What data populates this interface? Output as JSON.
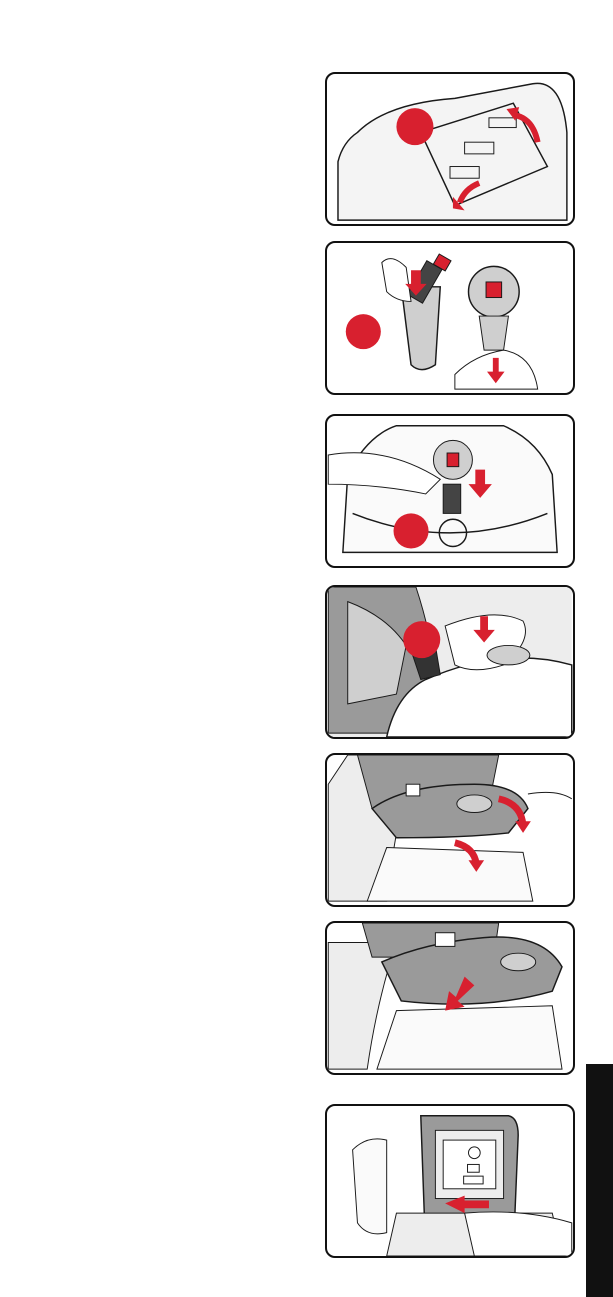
{
  "colors": {
    "accent": "#d8202f",
    "ink": "#1a1a1a",
    "fill_gray": "#9a9a9a",
    "light_gray": "#cfcfcf",
    "tab": "#111111"
  },
  "panels": [
    {
      "step_icon": "seat-base-open-icon",
      "arrows": 2,
      "marker": true
    },
    {
      "step_icon": "buckle-release-icon",
      "arrows": 2,
      "marker": true
    },
    {
      "step_icon": "buckle-insert-icon",
      "arrows": 1,
      "marker": true
    },
    {
      "step_icon": "harness-thread-icon",
      "arrows": 1,
      "marker": true
    },
    {
      "step_icon": "cover-fold-icon",
      "arrows": 2,
      "marker": false
    },
    {
      "step_icon": "cover-press-icon",
      "arrows": 1,
      "marker": false
    },
    {
      "step_icon": "seat-back-tag-icon",
      "arrows": 1,
      "marker": false
    }
  ]
}
